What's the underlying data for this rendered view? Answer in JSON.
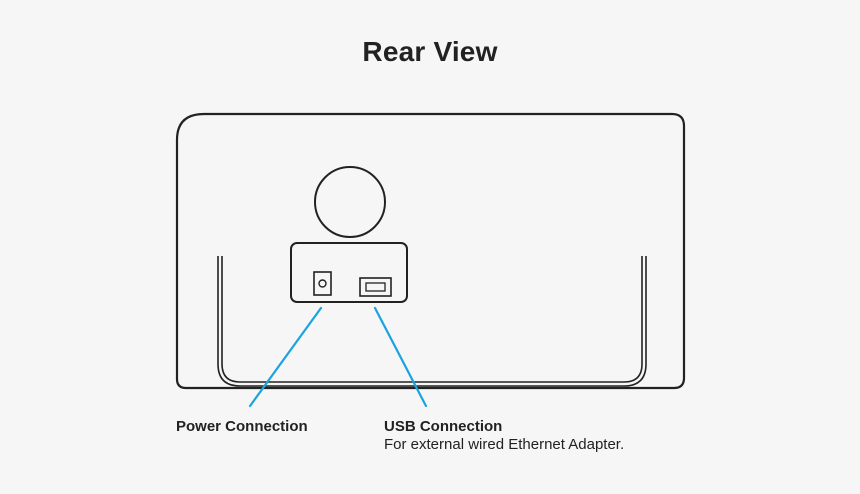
{
  "title": "Rear View",
  "callouts": {
    "power": {
      "label": "Power Connection",
      "description": ""
    },
    "usb": {
      "label": "USB Connection",
      "description": "For external wired Ethernet Adapter."
    }
  },
  "colors": {
    "background": "#f6f6f6",
    "outline": "#222222",
    "leader_line": "#1aa3e0"
  },
  "icons": {
    "power_port": "dc-power-jack-icon",
    "usb_port": "usb-a-port-icon"
  }
}
